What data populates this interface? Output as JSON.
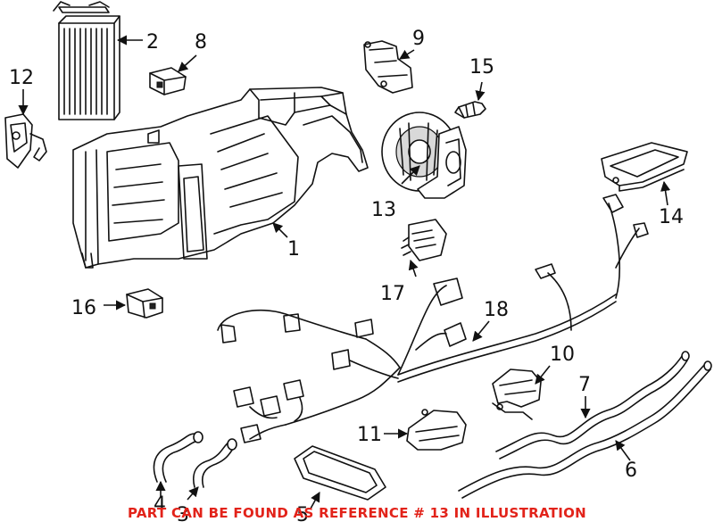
{
  "diagram": {
    "callouts": {
      "c1": "1",
      "c2": "2",
      "c3": "3",
      "c4": "4",
      "c5": "5",
      "c6": "6",
      "c7": "7",
      "c8": "8",
      "c9": "9",
      "c10": "10",
      "c11": "11",
      "c12": "12",
      "c13": "13",
      "c14": "14",
      "c15": "15",
      "c16": "16",
      "c17": "17",
      "c18": "18"
    },
    "note": "PART CAN BE FOUND AS REFERENCE # 13 IN ILLUSTRATION",
    "note_color": "#e2231a"
  }
}
